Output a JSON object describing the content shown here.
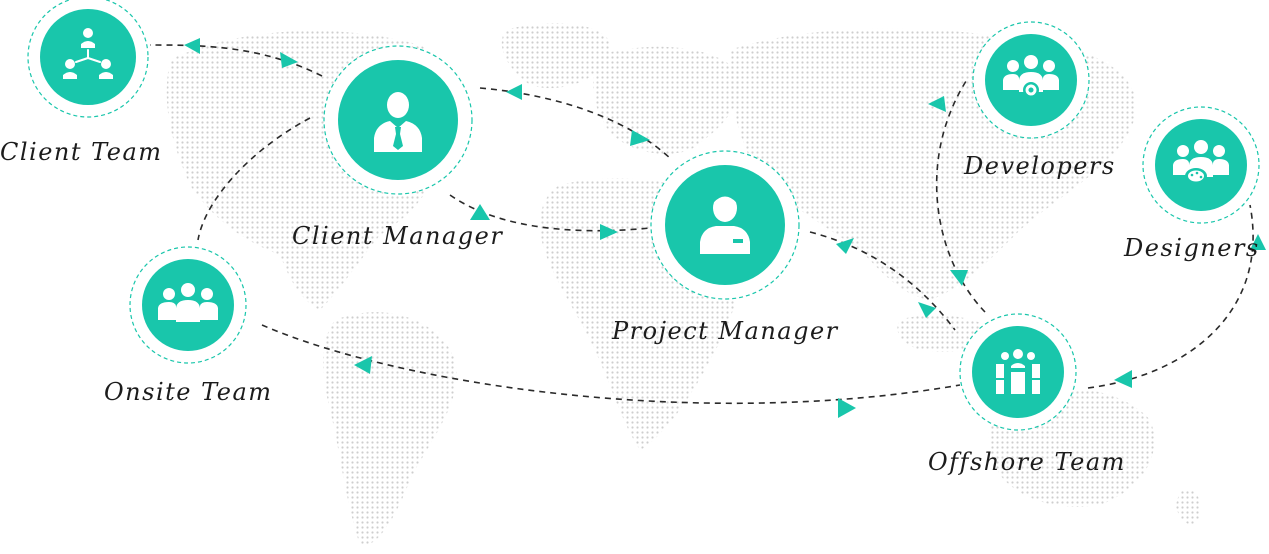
{
  "diagram": {
    "accent_color": "#19c6ab",
    "line_color": "#2a2a2a",
    "background": "world map (dotted, light grey)",
    "nodes": [
      {
        "id": "client-team",
        "label": "Client Team",
        "icon": "hierarchy-group-icon"
      },
      {
        "id": "client-manager",
        "label": "Client Manager",
        "icon": "businessman-icon"
      },
      {
        "id": "project-manager",
        "label": "Project Manager",
        "icon": "manager-badge-icon"
      },
      {
        "id": "developers",
        "label": "Developers",
        "icon": "team-gear-icon"
      },
      {
        "id": "designers",
        "label": "Designers",
        "icon": "team-palette-icon"
      },
      {
        "id": "onsite-team",
        "label": "Onsite Team",
        "icon": "team-icon"
      },
      {
        "id": "offshore-team",
        "label": "Offshore Team",
        "icon": "meeting-table-icon"
      }
    ],
    "connections": [
      {
        "from": "client-manager",
        "to": "client-team",
        "bidirectional": true
      },
      {
        "from": "client-manager",
        "to": "project-manager",
        "bidirectional": true
      },
      {
        "from": "client-manager",
        "to": "onsite-team",
        "bidirectional": false
      },
      {
        "from": "project-manager",
        "to": "offshore-team",
        "bidirectional": true
      },
      {
        "from": "offshore-team",
        "to": "developers",
        "bidirectional": true
      },
      {
        "from": "offshore-team",
        "to": "designers",
        "bidirectional": true
      },
      {
        "from": "onsite-team",
        "to": "offshore-team",
        "bidirectional": true
      }
    ]
  }
}
